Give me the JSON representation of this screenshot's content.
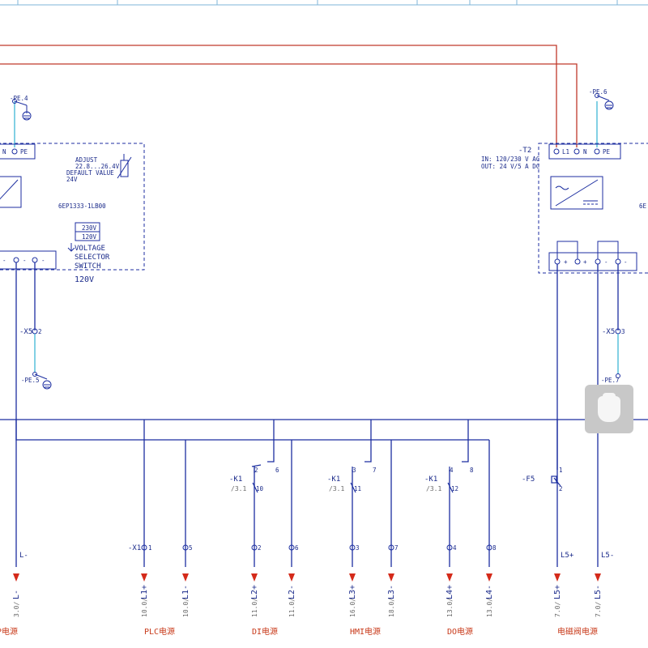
{
  "colors": {
    "wire_blue": "#1c2ea0",
    "wire_red": "#c0392b",
    "wire_cyan": "#3fb6d6",
    "frame_blue": "#1c2ea0",
    "arrow_red": "#d42a1a"
  },
  "psu_left": {
    "ground_tag": "-PE.4",
    "terminals_top": [
      "N",
      "PE"
    ],
    "adjust_text": [
      "ADJUST",
      "22.8...26.4V",
      "DEFAULT VALUE",
      "24V"
    ],
    "part_number": "6EP1333-1LB00",
    "selector_230": "230V",
    "selector_120": "120V",
    "selector_text": [
      "VOLTAGE",
      "SELECTOR",
      "SWITCH"
    ],
    "selected_voltage": "120V",
    "terminals_bottom": [
      "-",
      "-",
      "-"
    ],
    "terminal_tag": "-X5",
    "terminal_num": "2",
    "ground_tag_2": "-PE.5"
  },
  "psu_right": {
    "device_tag": "-T2",
    "input_text": "IN: 120/230 V AC",
    "output_text": "OUT: 24 V/5 A DC",
    "ground_tag": "-PE.6",
    "terminals_top": [
      "L1",
      "N",
      "PE"
    ],
    "part_number_fragment": "6E",
    "terminals_bottom": [
      "+",
      "+",
      "-",
      "-"
    ],
    "terminal_tag": "-X5",
    "terminal_num": "3",
    "ground_tag_2": "-PE.7"
  },
  "relay_contacts": [
    {
      "tag": "-K1",
      "ref": "/3.1",
      "pin_a": "2",
      "pin_b": "6",
      "pin_c": "10"
    },
    {
      "tag": "-K1",
      "ref": "/3.1",
      "pin_a": "3",
      "pin_b": "7",
      "pin_c": "11"
    },
    {
      "tag": "-K1",
      "ref": "/3.1",
      "pin_a": "4",
      "pin_b": "8",
      "pin_c": "12"
    }
  ],
  "fuse": {
    "tag": "-F5",
    "pin_top": "1",
    "pin_bottom": "2"
  },
  "terminal_strip": {
    "tag": "-X1",
    "pins": [
      "1",
      "5",
      "2",
      "6",
      "3",
      "7",
      "4",
      "8"
    ]
  },
  "outputs": [
    {
      "label": "L-",
      "ref": "3.0/",
      "sig": "L-"
    },
    {
      "label": "",
      "ref": "10.0/",
      "sig": "L1+"
    },
    {
      "label": "",
      "ref": "10.0/",
      "sig": "L1-"
    },
    {
      "label": "",
      "ref": "11.0/",
      "sig": "L2+"
    },
    {
      "label": "",
      "ref": "11.0/",
      "sig": "L2-"
    },
    {
      "label": "",
      "ref": "16.0/",
      "sig": "L3+"
    },
    {
      "label": "",
      "ref": "18.0/",
      "sig": "L3-"
    },
    {
      "label": "",
      "ref": "13.0/",
      "sig": "L4+"
    },
    {
      "label": "",
      "ref": "13.0/",
      "sig": "L4-"
    },
    {
      "label": "L5+",
      "ref": "7.0/",
      "sig": "L5+"
    },
    {
      "label": "L5-",
      "ref": "7.0/",
      "sig": "L5-"
    }
  ],
  "group_labels": [
    "P电源",
    "PLC电源",
    "DI电源",
    "HMI电源",
    "DO电源",
    "电磁阀电源"
  ]
}
